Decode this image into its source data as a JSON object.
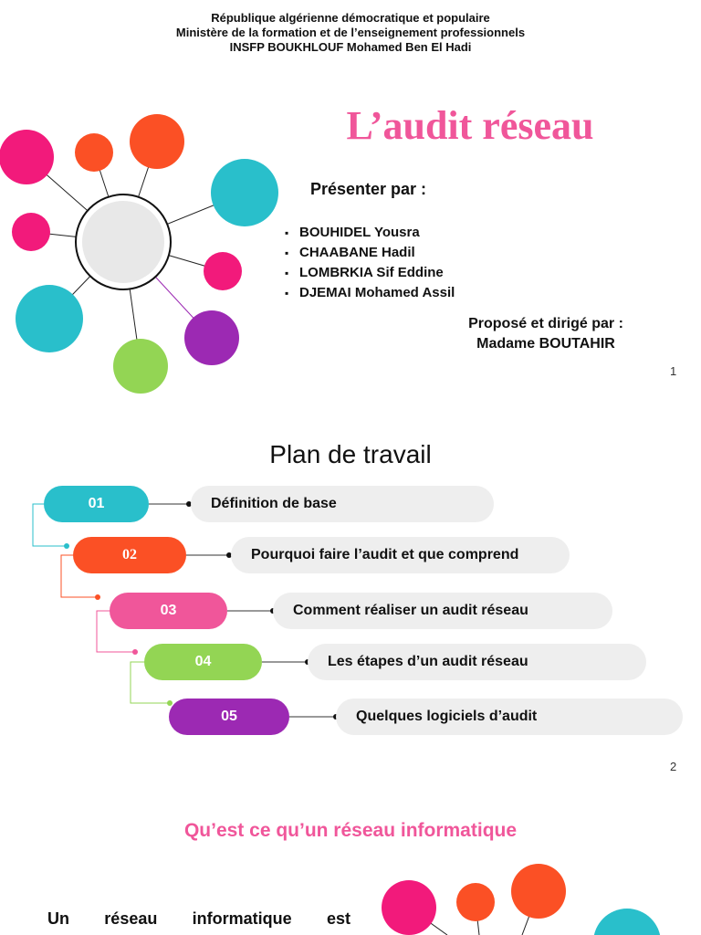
{
  "header": {
    "line1": "République algérienne démocratique et populaire",
    "line2": "Ministère de la formation et de l’enseignement professionnels",
    "line3": "INSFP BOUKHLOUF Mohamed Ben El Hadi"
  },
  "slide1": {
    "title": "L’audit réseau",
    "presented_by": "Présenter par :",
    "students": [
      "BOUHIDEL Yousra",
      "CHAABANE Hadil",
      "LOMBRKIA Sif Eddine",
      "DJEMAI Mohamed Assil"
    ],
    "proposed_line1": "Proposé et dirigé par :",
    "proposed_line2": "Madame BOUTAHIR",
    "page": "1"
  },
  "slide2": {
    "title": "Plan de travail",
    "items": [
      {
        "num": "01",
        "label": "Définition de base"
      },
      {
        "num": "02",
        "label": "Pourquoi faire l’audit et que comprend"
      },
      {
        "num": "03",
        "label": "Comment réaliser un audit réseau"
      },
      {
        "num": "04",
        "label": "Les étapes d’un audit réseau"
      },
      {
        "num": "05",
        "label": "Quelques logiciels d’audit"
      }
    ],
    "page": "2"
  },
  "slide3": {
    "title": "Qu’est ce qu’un réseau informatique",
    "body_words": [
      "Un",
      "réseau",
      "informatique",
      "est"
    ]
  },
  "colors": {
    "pink": "#f0569a",
    "teal": "#29bfcb",
    "orange": "#fb5025",
    "magenta": "#f21a7b",
    "green": "#93d554",
    "purple": "#9c29b3",
    "bar": "#eeeeee"
  }
}
